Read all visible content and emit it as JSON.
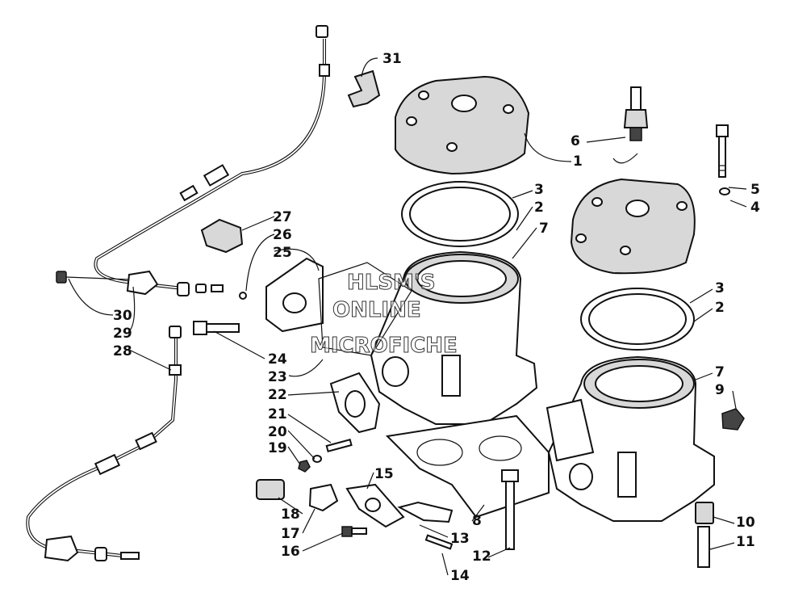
{
  "watermark": [
    "HLSM'S",
    "ONLINE",
    "MICROFICHE"
  ],
  "callouts": [
    {
      "id": "c1",
      "label": "1"
    },
    {
      "id": "c2a",
      "label": "2"
    },
    {
      "id": "c2b",
      "label": "2"
    },
    {
      "id": "c3a",
      "label": "3"
    },
    {
      "id": "c3b",
      "label": "3"
    },
    {
      "id": "c4",
      "label": "4"
    },
    {
      "id": "c5",
      "label": "5"
    },
    {
      "id": "c6",
      "label": "6"
    },
    {
      "id": "c7a",
      "label": "7"
    },
    {
      "id": "c7b",
      "label": "7"
    },
    {
      "id": "c8",
      "label": "8"
    },
    {
      "id": "c9",
      "label": "9"
    },
    {
      "id": "c10",
      "label": "10"
    },
    {
      "id": "c11",
      "label": "11"
    },
    {
      "id": "c12",
      "label": "12"
    },
    {
      "id": "c13",
      "label": "13"
    },
    {
      "id": "c14",
      "label": "14"
    },
    {
      "id": "c15",
      "label": "15"
    },
    {
      "id": "c16",
      "label": "16"
    },
    {
      "id": "c17",
      "label": "17"
    },
    {
      "id": "c18",
      "label": "18"
    },
    {
      "id": "c19",
      "label": "19"
    },
    {
      "id": "c20",
      "label": "20"
    },
    {
      "id": "c21",
      "label": "21"
    },
    {
      "id": "c22",
      "label": "22"
    },
    {
      "id": "c23",
      "label": "23"
    },
    {
      "id": "c24",
      "label": "24"
    },
    {
      "id": "c25",
      "label": "25"
    },
    {
      "id": "c26",
      "label": "26"
    },
    {
      "id": "c27",
      "label": "27"
    },
    {
      "id": "c28",
      "label": "28"
    },
    {
      "id": "c29",
      "label": "29"
    },
    {
      "id": "c30",
      "label": "30"
    },
    {
      "id": "c31",
      "label": "31"
    }
  ]
}
